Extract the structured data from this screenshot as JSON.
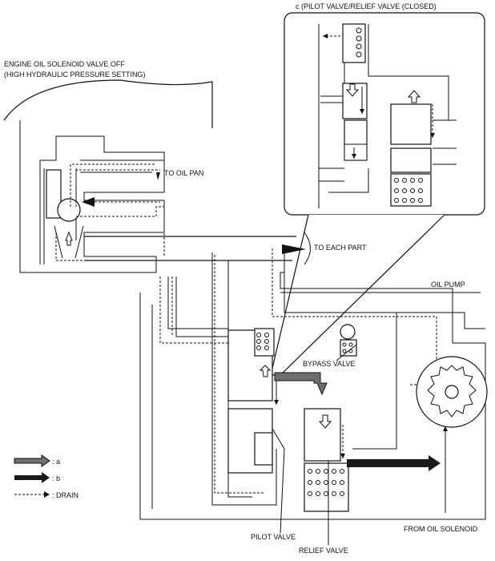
{
  "labels": {
    "detail_title": "c (PILOT VALVE/RELIEF VALVE (CLOSED)",
    "header_line1": "ENGINE OIL SOLENOID VALVE OFF",
    "header_line2": "(HIGH HYDRAULIC PRESSURE SETTING)",
    "to_oil_pan": "TO OIL PAN",
    "to_each_part": "TO EACH PART",
    "oil_pump": "OIL PUMP",
    "bypass_valve": "BYPASS VALVE",
    "pilot_valve": "PILOT VALVE",
    "relief_valve": "RELIEF VALVE",
    "from_oil_solenoid": "FROM OIL SOLENOID"
  },
  "legend": [
    {
      "label": ": a",
      "style": "gray-arrow",
      "color": "#6e6e6e"
    },
    {
      "label": ": b",
      "style": "black-arrow",
      "color": "#1a1a1a"
    },
    {
      "label": ": DRAIN",
      "style": "dashed-arrow",
      "color": "#111111"
    }
  ],
  "colors": {
    "line": "#111111",
    "flow_a": "#6e6e6e",
    "flow_b": "#1a1a1a",
    "background": "#ffffff"
  }
}
